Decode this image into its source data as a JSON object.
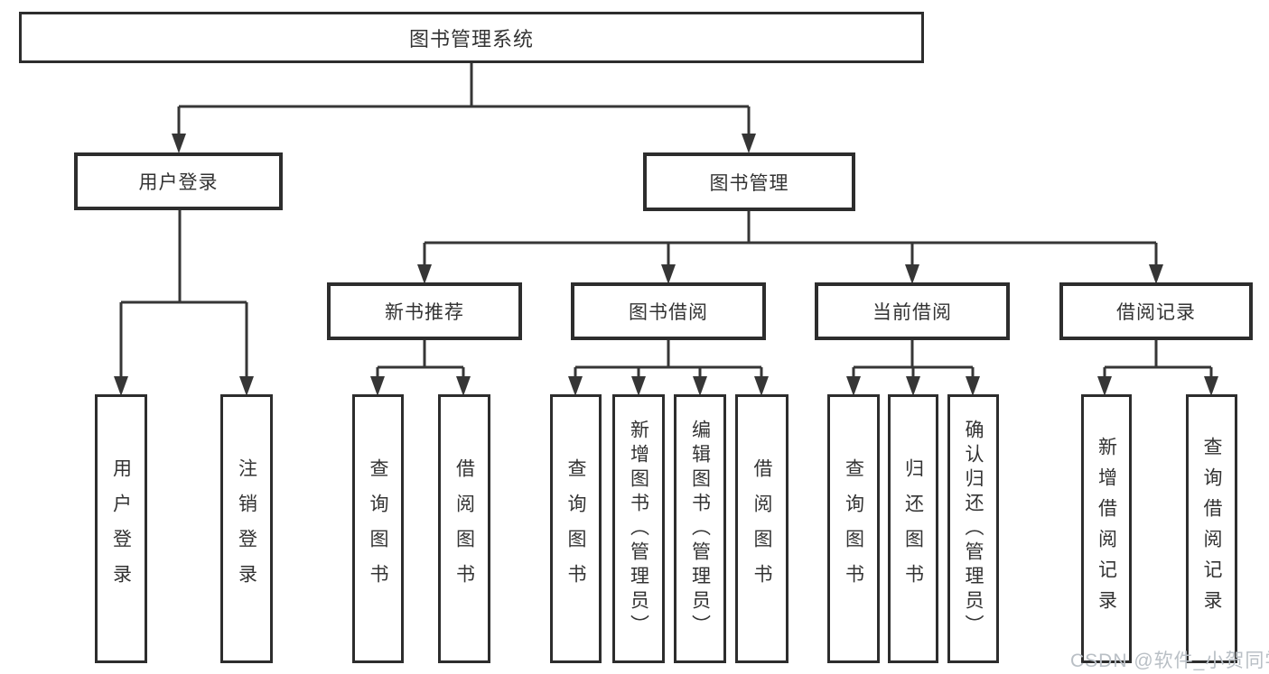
{
  "tree": {
    "root": {
      "label": "图书管理系统",
      "children": [
        {
          "label": "用户登录",
          "children": [
            {
              "label": "用户登录"
            },
            {
              "label": "注销登录"
            }
          ]
        },
        {
          "label": "图书管理",
          "children": [
            {
              "label": "新书推荐",
              "children": [
                {
                  "label": "查询图书"
                },
                {
                  "label": "借阅图书"
                }
              ]
            },
            {
              "label": "图书借阅",
              "children": [
                {
                  "label": "查询图书"
                },
                {
                  "label": "新增图书（管理员）"
                },
                {
                  "label": "编辑图书（管理员）"
                },
                {
                  "label": "借阅图书"
                }
              ]
            },
            {
              "label": "当前借阅",
              "children": [
                {
                  "label": "查询图书"
                },
                {
                  "label": "归还图书"
                },
                {
                  "label": "确认归还（管理员）"
                }
              ]
            },
            {
              "label": "借阅记录",
              "children": [
                {
                  "label": "新增借阅记录"
                },
                {
                  "label": "查询借阅记录"
                }
              ]
            }
          ]
        }
      ]
    }
  },
  "watermark": {
    "text": "CSDN @软件_小贺同学"
  },
  "colors": {
    "line": "#363636",
    "box_border": "#2d2d2d",
    "text": "#333333",
    "watermark": "#b9bfc5",
    "background": "#ffffff"
  }
}
